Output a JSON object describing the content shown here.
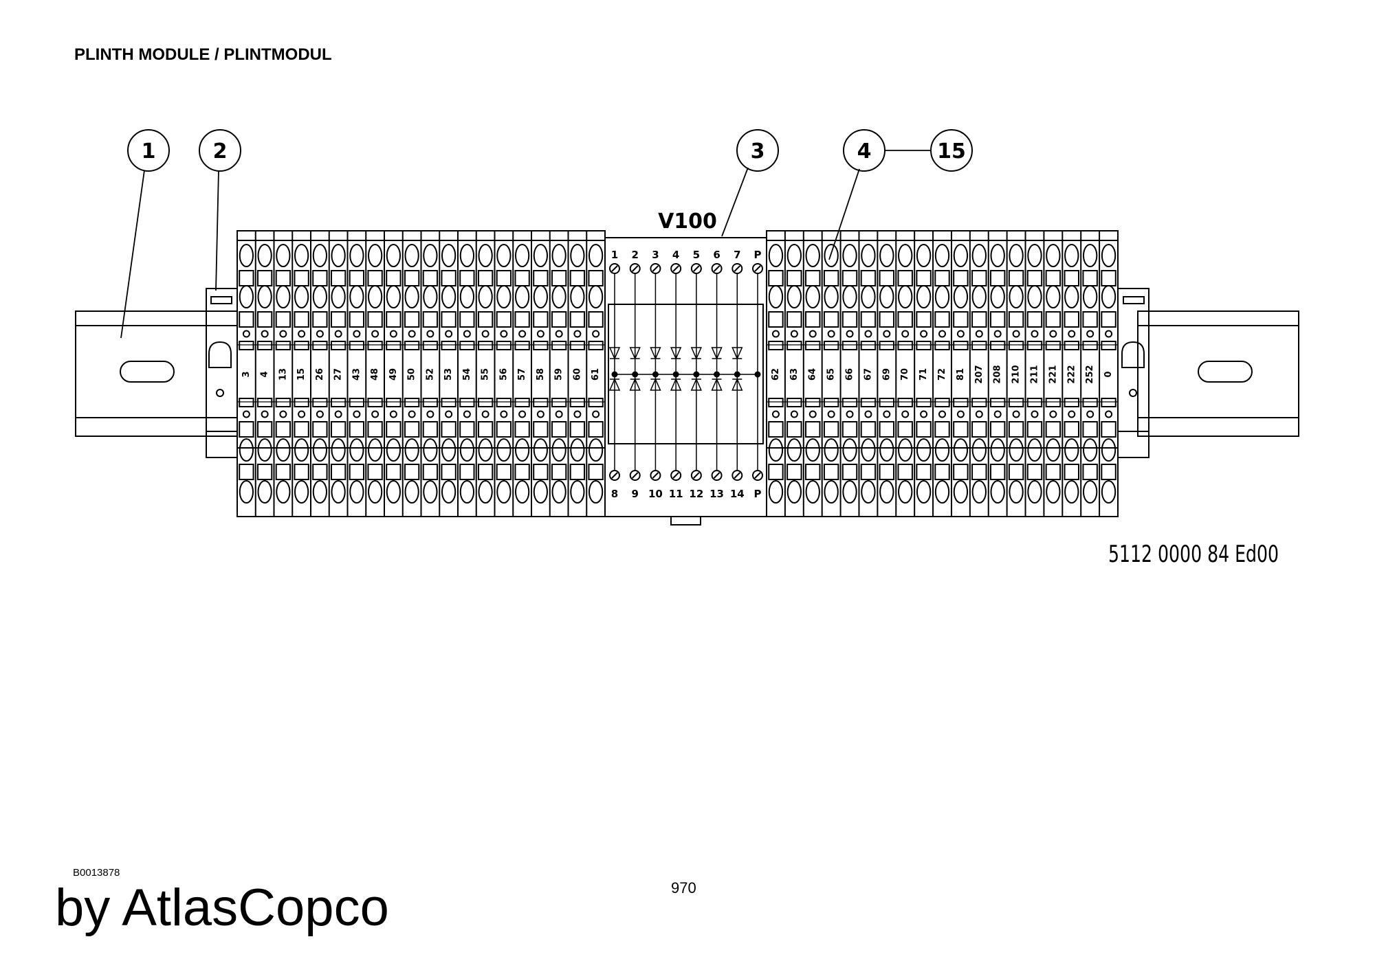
{
  "page": {
    "title": "PLINTH MODULE / PLINTMODUL",
    "doc_code": "B0013878",
    "page_number": "970",
    "footer_brand": "by AtlasCopco"
  },
  "diagram": {
    "part_number": "5112 0000 84  Ed00",
    "module_label": "V100",
    "callouts": [
      "1",
      "2",
      "3",
      "4",
      "15"
    ],
    "left_terminals": [
      "3",
      "4",
      "13",
      "15",
      "26",
      "27",
      "43",
      "48",
      "49",
      "50",
      "52",
      "53",
      "54",
      "55",
      "56",
      "57",
      "58",
      "59",
      "60",
      "61"
    ],
    "right_terminals": [
      "62",
      "63",
      "64",
      "65",
      "66",
      "67",
      "69",
      "70",
      "71",
      "72",
      "81",
      "207",
      "208",
      "210",
      "211",
      "221",
      "222",
      "252",
      "0"
    ],
    "diode_top_labels": [
      "1",
      "2",
      "3",
      "4",
      "5",
      "6",
      "7",
      "P"
    ],
    "diode_bottom_labels": [
      "8",
      "9",
      "10",
      "11",
      "12",
      "13",
      "14",
      "P"
    ]
  }
}
